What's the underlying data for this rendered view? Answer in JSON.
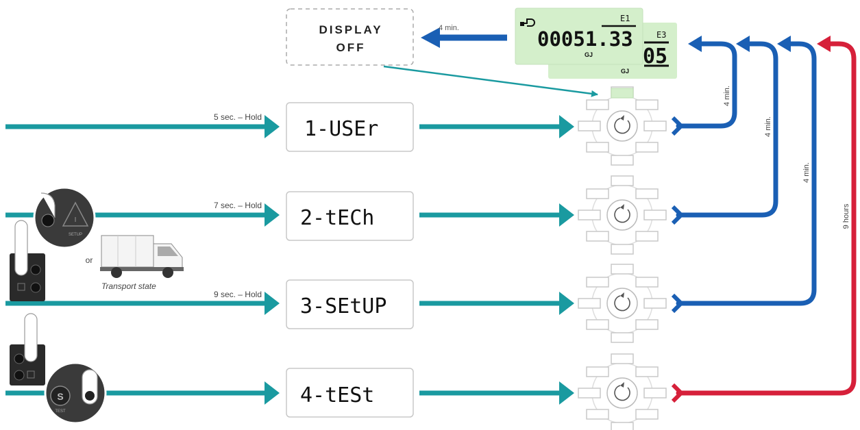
{
  "display_off": {
    "line1": "DISPLAY",
    "line2": "OFF",
    "timeout_label": "4 min."
  },
  "lcd": {
    "main": {
      "value": "00051.33",
      "unit": "GJ",
      "register": "E1"
    },
    "back": {
      "value": "05",
      "unit": "GJ",
      "register": "E3"
    }
  },
  "menus": [
    {
      "code": "1-USEr",
      "trigger": "5 sec. – Hold",
      "return_label": "4 min."
    },
    {
      "code": "2-tECh",
      "trigger": "7 sec. – Hold",
      "return_label": "4 min."
    },
    {
      "code": "3-SEtUP",
      "trigger": "9 sec. – Hold",
      "return_label": "4 min."
    },
    {
      "code": "4-tESt",
      "trigger": "",
      "return_label": "9 hours"
    }
  ],
  "setup_access": {
    "or_label": "or",
    "transport_label": "Transport state",
    "setup_key": "SETUP",
    "test_key": "TEST"
  },
  "colors": {
    "teal": "#1a9aa0",
    "blue": "#1a5fb4",
    "red": "#d6203a",
    "lcd_bg": "#d4efcb",
    "gray": "#c8c8c8"
  }
}
